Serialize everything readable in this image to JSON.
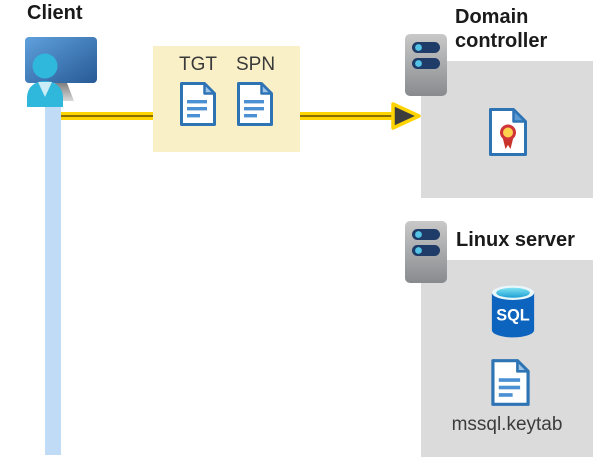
{
  "diagram": {
    "client": {
      "label": "Client"
    },
    "tickets": {
      "tgt_label": "TGT",
      "spn_label": "SPN"
    },
    "domain_controller": {
      "label": "Domain controller"
    },
    "linux_server": {
      "label": "Linux server",
      "sql_label": "SQL",
      "keytab_label": "mssql.keytab"
    },
    "icons": {
      "client": "person-at-computer-icon",
      "tgt": "document-icon",
      "spn": "document-icon",
      "domain_controller": "server-icon",
      "certificate": "certificate-icon",
      "linux_server": "server-icon",
      "sql_database": "sql-database-icon",
      "keytab_file": "document-icon",
      "arrow": "right-arrow-icon"
    },
    "colors": {
      "highlight_box": "#faf0c8",
      "arrow_yellow": "#ffd400",
      "arrow_core": "#8a6f00",
      "arrowhead_dark": "#3d3d3d",
      "container_gray": "#dbdbdb",
      "connector_blue": "#bfdbf5",
      "doc_border_blue": "#2e74b5",
      "doc_line_blue": "#4a90d2",
      "sql_body_blue": "#0c64be",
      "sql_top_cyan": "#35bee0",
      "person_cyan": "#2fb7dc",
      "server_bar_navy": "#1f3b67",
      "server_dot_cyan": "#55c3e6",
      "cert_seal_yellow": "#ffd24d",
      "cert_seal_red": "#c8342c",
      "heading_text": "#1a1a1a"
    }
  }
}
